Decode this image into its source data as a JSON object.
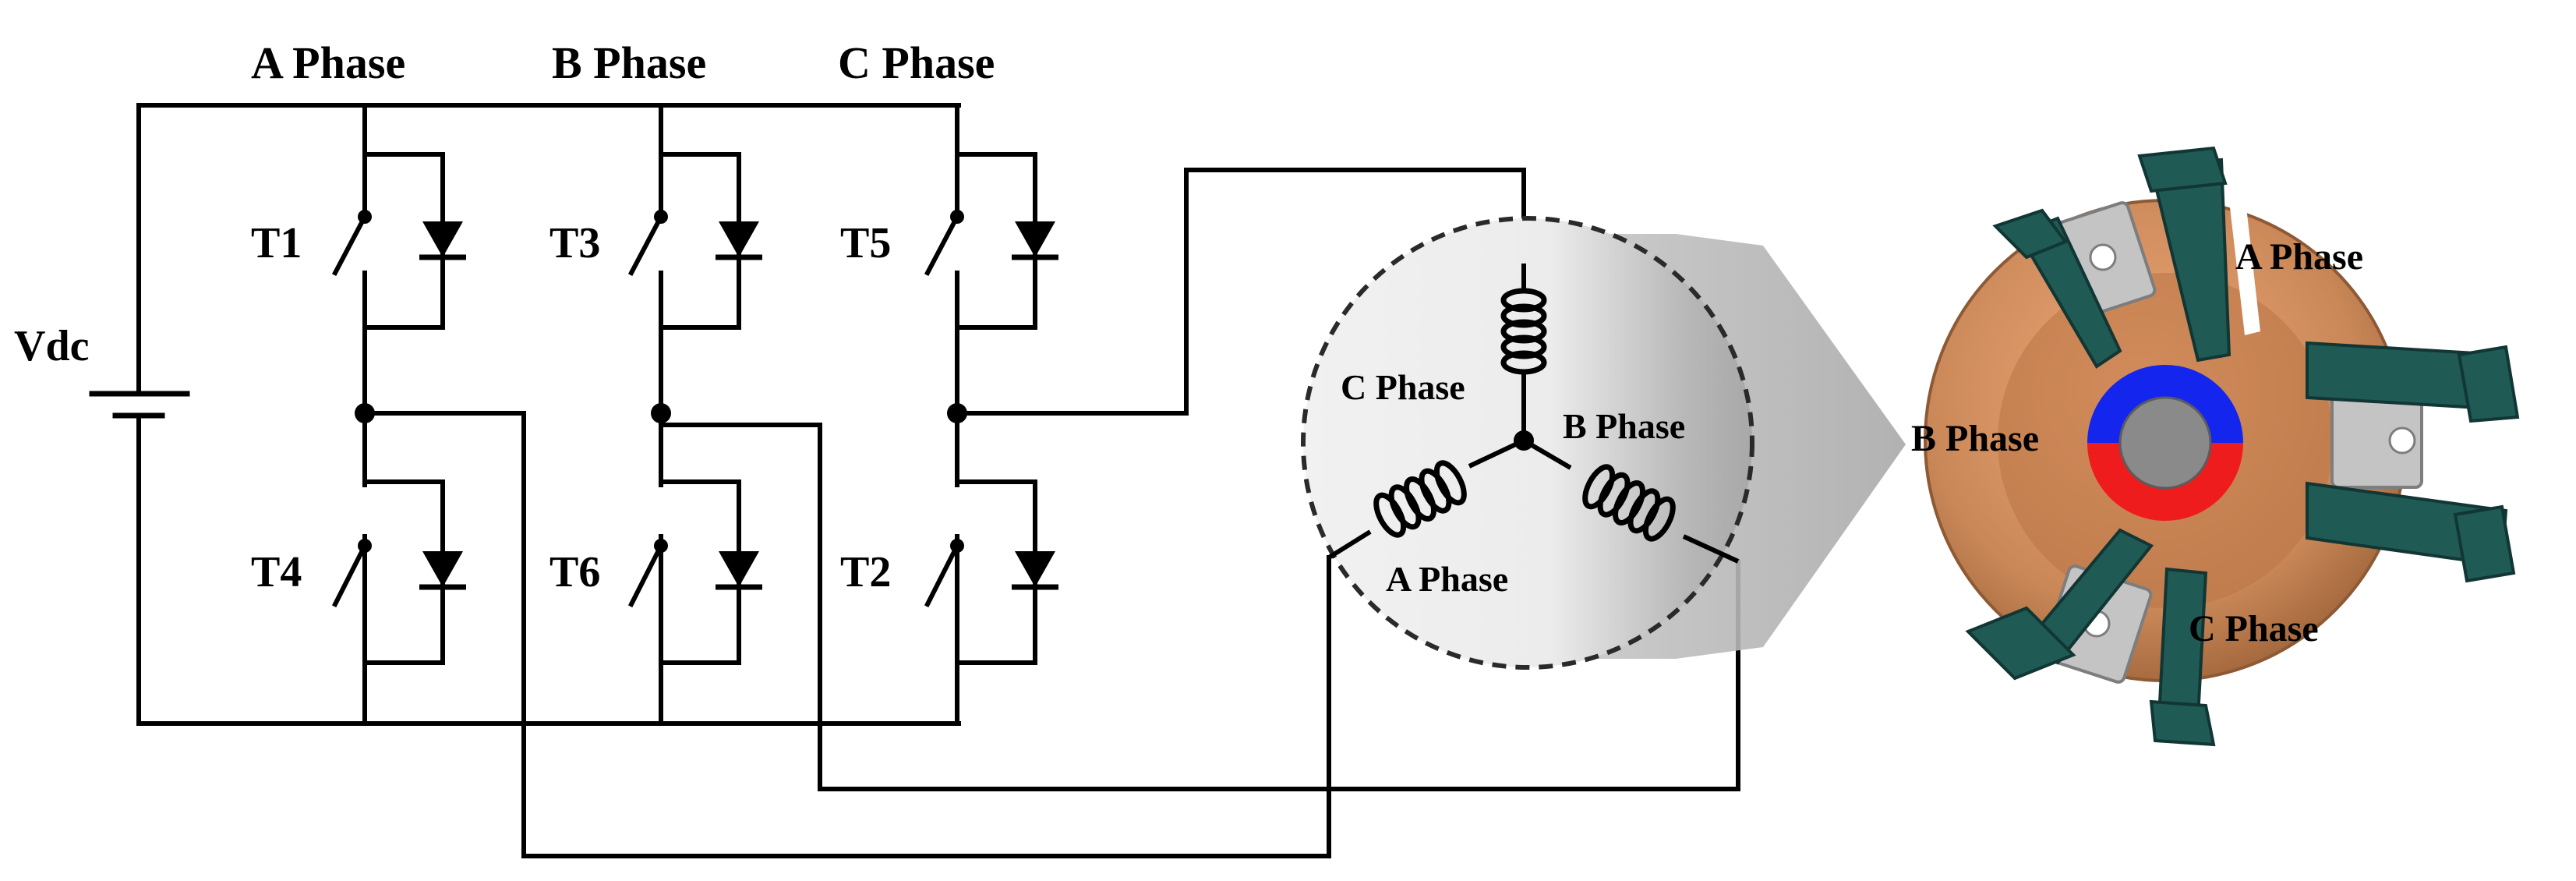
{
  "labels": {
    "supply": "Vdc",
    "phase_headers": [
      "A Phase",
      "B Phase",
      "C Phase"
    ],
    "upper_switches": [
      "T1",
      "T3",
      "T5"
    ],
    "lower_switches": [
      "T4",
      "T6",
      "T2"
    ],
    "winding_c": "C Phase",
    "winding_b": "B Phase",
    "winding_a": "A Phase",
    "motor_a": "A Phase",
    "motor_b": "B Phase",
    "motor_c": "C Phase"
  },
  "colors": {
    "wire": "#000000",
    "coil": "#c98757",
    "pole": "#1f5a55",
    "rotor_upper": "#1426ee",
    "rotor_lower": "#ee1c1c",
    "shaft": "#8a8a8a",
    "bracket": "#bdbdbd",
    "arrow": "#b4b4b4"
  }
}
